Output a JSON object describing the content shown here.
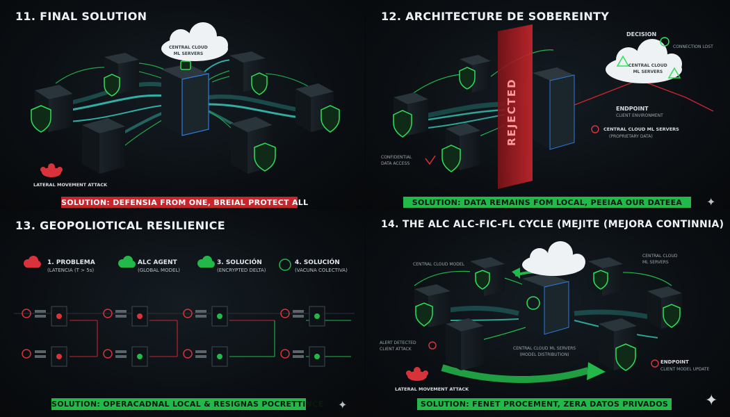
{
  "panels": {
    "p1": {
      "title": "11. FINAL SOLUTION",
      "cloud_label": "CENTRAL CLOUD\nML SERVERS",
      "attack_label": "LATERAL MOVEMENT ATTACK",
      "banner": "SOLUTION: DEFENSIA FROM ONE, BREIAL PROTECT ALL"
    },
    "p2": {
      "title": "12. ARCHITECTURE DE SOBEREINTY",
      "wall_text": "REJECTED",
      "decision_label": "DECISION",
      "decision_note": "CONNECTION LOST",
      "cloud_label": "CENTRAL CLOUD\nML SERVERS",
      "endpoint_label": "ENDPOINT",
      "endpoint_note": "CLIENT ENVIRONMENT",
      "servers_label": "CENTRAL CLOUD ML SERVERS",
      "servers_note": "(PROPRIETARY DATA)",
      "left_label": "CONFIDENTIAL\nDATA ACCESS",
      "banner": "SOLUTION: DATA REMAINS FOM LOCAL, PEEIAA OUR DATEEA"
    },
    "p3": {
      "title": "13. GEOPOLIOTICAL RESILIENICE",
      "steps": [
        {
          "title": "1. PROBLEMA",
          "sub": "(LATENCIA (T > 5s)"
        },
        {
          "title": "ALC AGENT",
          "sub": "(GLOBAL MODEL)"
        },
        {
          "title": "3. SOLUCIÓN",
          "sub": "(ENCRYPTED DELTA)"
        },
        {
          "title": "4. SOLUCIÓN",
          "sub": "(VACUNA COLECTIVA)"
        }
      ],
      "banner": "SOLUTION: OPERACADNAL LOCAL & RESIGNAS POCRETTINCE"
    },
    "p4": {
      "title": "14. THE ALC ALC-FIC-FL CYCLE (MEJITE (MEJORA CONTINNIA)",
      "top_label": "CENTRAL CLOUD MODEL",
      "right_label": "CENTRAL CLOUD\nML SERVERS",
      "left_label": "ALERT DETECTED\nCLIENT ATTACK",
      "center_label": "CENTRAL CLOUD ML SERVERS\n(MODEL DISTRIBUTION)",
      "endpoint_label": "ENDPOINT",
      "endpoint_note": "CLIENT MODEL UPDATE",
      "attack_label": "LATERAL MOVEMENT ATTACK",
      "banner": "SOLUTION: FENET PROCEMENT, ZERA DATOS PRIVADOS"
    }
  },
  "colors": {
    "accent_green": "#23b84a",
    "accent_red": "#c8262d",
    "flow_cyan": "#3fe0d0",
    "background": "#0b0f13"
  }
}
